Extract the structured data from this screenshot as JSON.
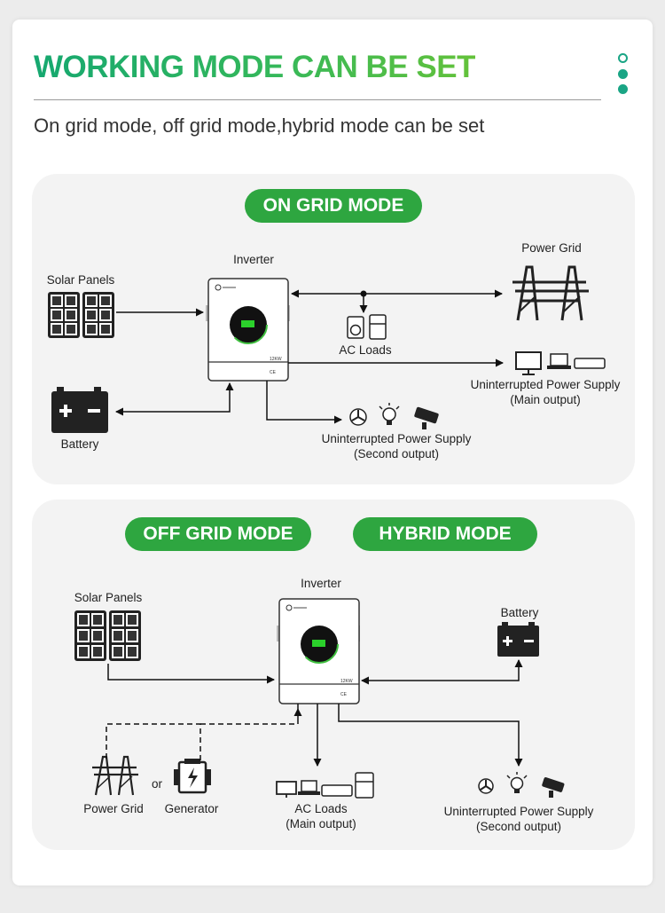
{
  "header": {
    "title": "WORKING MODE CAN BE SET",
    "subtitle": "On grid mode, off grid mode,hybrid mode can be set"
  },
  "colors": {
    "title_gradient_start": "#16a870",
    "title_gradient_end": "#64c23a",
    "pill": "#2ea640",
    "panel": "#f3f3f3",
    "dot": "#1aa585"
  },
  "on_grid": {
    "pill_label": "ON GRID MODE",
    "inverter_label": "Inverter",
    "solar_label": "Solar Panels",
    "battery_label": "Battery",
    "grid_label": "Power Grid",
    "ac_loads_label": "AC Loads",
    "ups_main_line1": "Uninterrupted Power Supply",
    "ups_main_line2": "(Main output)",
    "ups_second_line1": "Uninterrupted Power Supply",
    "ups_second_line2": "(Second output)"
  },
  "off_grid": {
    "pill_off_label": "OFF GRID MODE",
    "pill_hybrid_label": "HYBRID MODE",
    "inverter_label": "Inverter",
    "solar_label": "Solar Panels",
    "battery_label": "Battery",
    "grid_label": "Power Grid",
    "or_label": "or",
    "generator_label": "Generator",
    "ac_loads_line1": "AC Loads",
    "ac_loads_line2": "(Main output)",
    "ups_second_line1": "Uninterrupted Power Supply",
    "ups_second_line2": "(Second output)"
  }
}
